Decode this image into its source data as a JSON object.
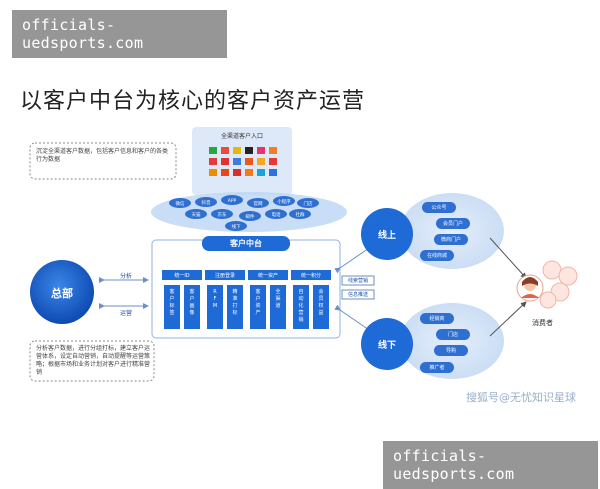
{
  "watermark": {
    "text": "officials-uedsports.com"
  },
  "title": "以客户中台为核心的客户资产运营",
  "entrance": {
    "title": "全渠道客户入口",
    "note": "沉淀全渠道客户数据，包括客户信息和客户的各类行为数据"
  },
  "bubbles": [
    "微信",
    "抖音",
    "APP",
    "官网",
    "小程序",
    "门店",
    "天猫",
    "京东",
    "邮件",
    "电话",
    "社群",
    "线下"
  ],
  "center": {
    "title": "客户中台",
    "sections": [
      {
        "header": "统一ID",
        "cols": [
          "客户标签",
          "客户画像"
        ]
      },
      {
        "header": "注册登录",
        "cols": [
          "RFM",
          "精准打标"
        ]
      },
      {
        "header": "统一资产",
        "cols": [
          "客户资产",
          "全渠道"
        ]
      },
      {
        "header": "统一积分",
        "cols": [
          "自动化营销",
          "会员权益"
        ]
      }
    ]
  },
  "hq": {
    "label": "总部",
    "arrow_top": "分析",
    "arrow_bottom": "运营",
    "note": "分析客户数据，进行分组打标，建立客户运营体系，设定自动营销，自动提醒等运营策略；根据市场和业务计划对客户进行精准营销"
  },
  "middle_tags": [
    "线索营销",
    "信息推送"
  ],
  "online": {
    "label": "线上",
    "items": [
      "公众号",
      "会员门户",
      "微商门户",
      "在线商城"
    ]
  },
  "offline": {
    "label": "线下",
    "items": [
      "经销商",
      "门店",
      "导购",
      "推广者"
    ]
  },
  "consumer": {
    "label": "消费者"
  },
  "sohu": "搜狐号@无忧知识星球",
  "colors": {
    "primary": "#1e6ad6",
    "light_blue": "#dbe8f7",
    "dark_blue": "#0e4fb6"
  }
}
